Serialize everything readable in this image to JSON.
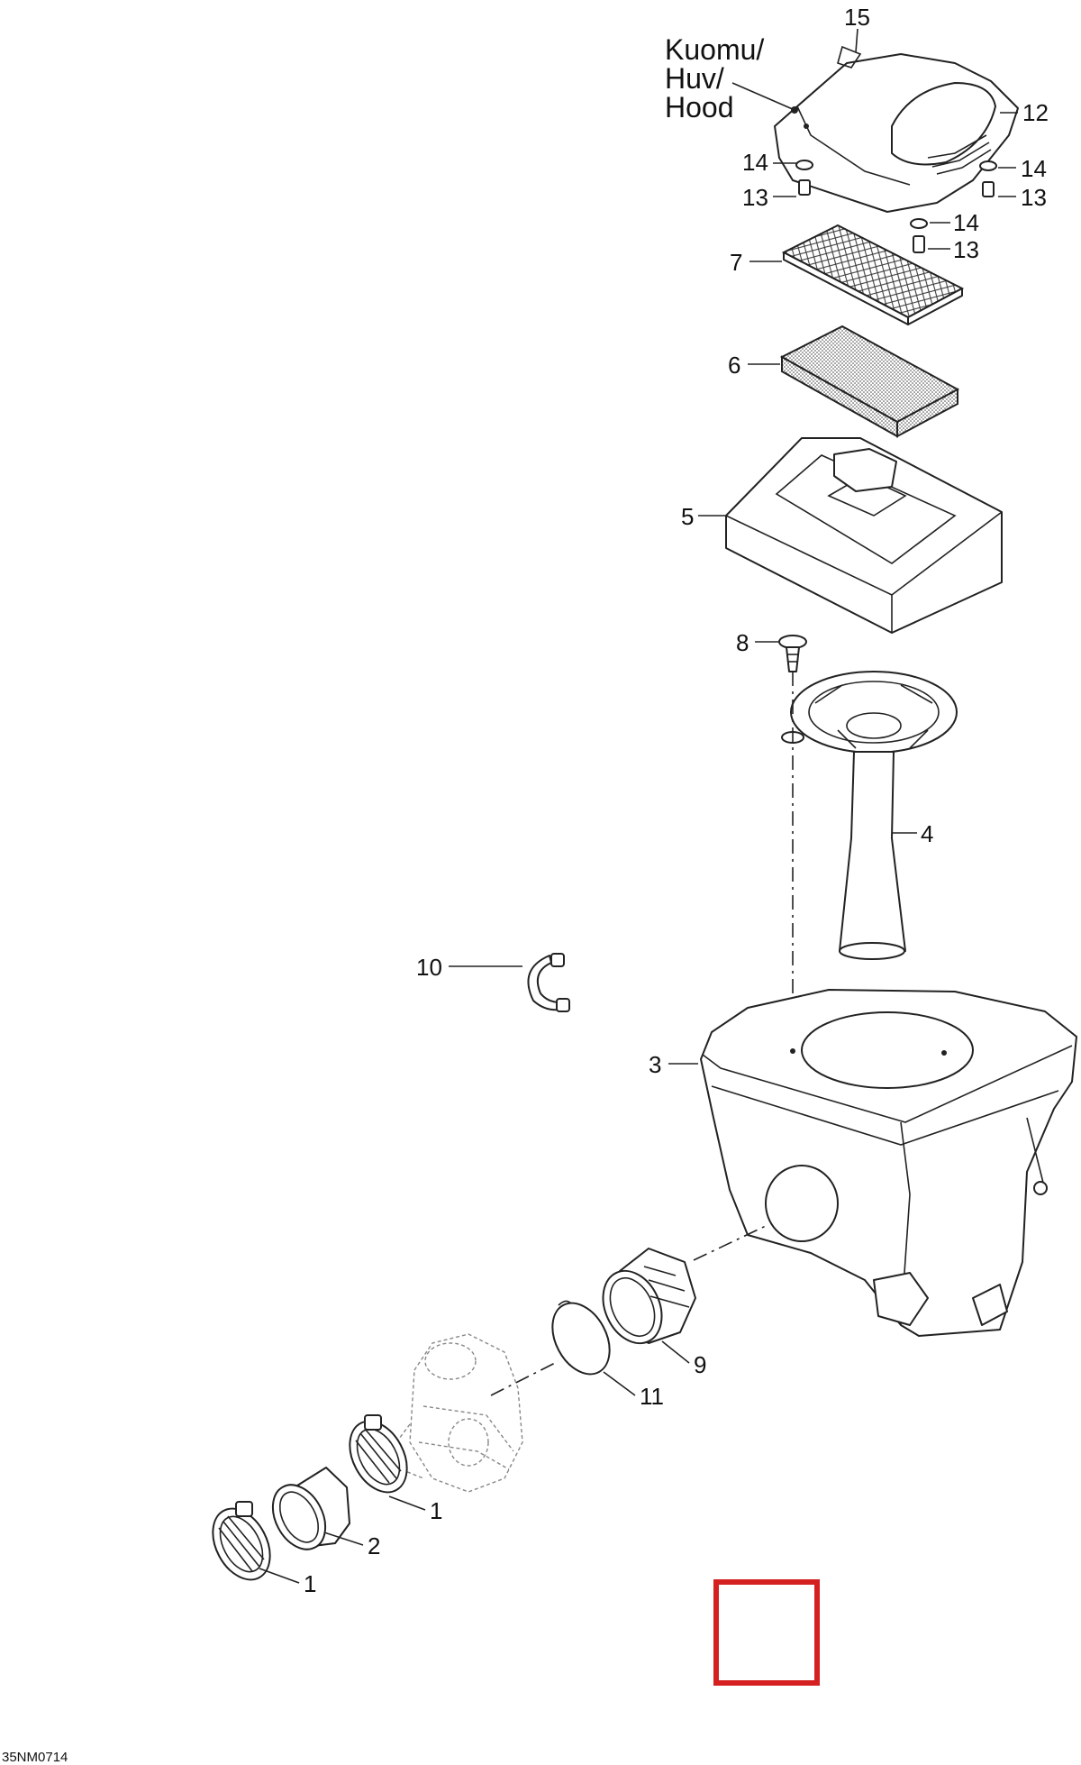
{
  "diagram": {
    "drawing_code": "35NM0714",
    "hood_label_lines": [
      "Kuomu/",
      "Huv/",
      "Hood"
    ],
    "callouts": [
      {
        "id": "c15",
        "text": "15"
      },
      {
        "id": "c12",
        "text": "12"
      },
      {
        "id": "c14a",
        "text": "14"
      },
      {
        "id": "c13a",
        "text": "13"
      },
      {
        "id": "c14b",
        "text": "14"
      },
      {
        "id": "c13b",
        "text": "13"
      },
      {
        "id": "c14c",
        "text": "14"
      },
      {
        "id": "c13c",
        "text": "13"
      },
      {
        "id": "c7",
        "text": "7"
      },
      {
        "id": "c6",
        "text": "6"
      },
      {
        "id": "c5",
        "text": "5"
      },
      {
        "id": "c8",
        "text": "8"
      },
      {
        "id": "c4",
        "text": "4"
      },
      {
        "id": "c10",
        "text": "10"
      },
      {
        "id": "c3",
        "text": "3"
      },
      {
        "id": "c9",
        "text": "9"
      },
      {
        "id": "c11",
        "text": "11"
      },
      {
        "id": "c1a",
        "text": "1"
      },
      {
        "id": "c2",
        "text": "2"
      },
      {
        "id": "c1b",
        "text": "1"
      }
    ],
    "highlight_box_color": "#d42020",
    "line_color": "#222222"
  }
}
